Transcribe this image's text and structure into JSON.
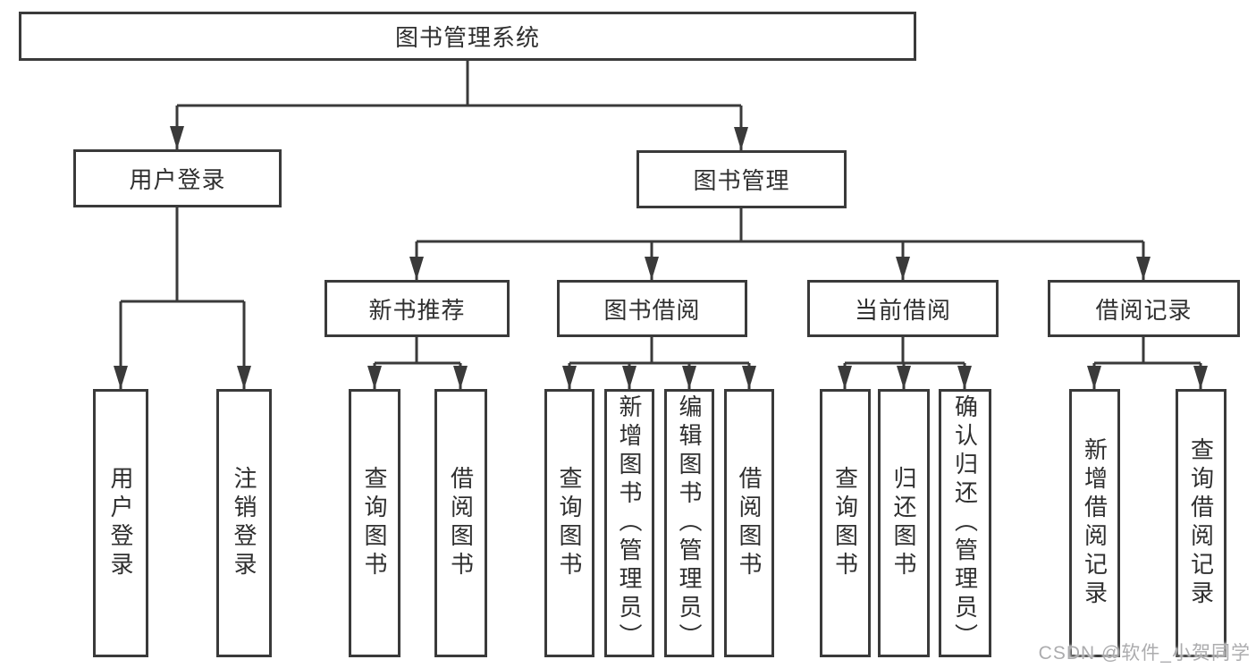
{
  "diagram": {
    "root": {
      "label": "图书管理系统"
    },
    "user_login": {
      "label": "用户登录",
      "children": [
        {
          "label": "用户登录"
        },
        {
          "label": "注销登录"
        }
      ]
    },
    "book_mgmt": {
      "label": "图书管理",
      "children": {
        "new_books": {
          "label": "新书推荐",
          "children": [
            {
              "label": "查询图书"
            },
            {
              "label": "借阅图书"
            }
          ]
        },
        "book_borrow": {
          "label": "图书借阅",
          "children": [
            {
              "label": "查询图书"
            },
            {
              "label": "新增图书（管理员）"
            },
            {
              "label": "编辑图书（管理员）"
            },
            {
              "label": "借阅图书"
            }
          ]
        },
        "current_borrow": {
          "label": "当前借阅",
          "children": [
            {
              "label": "查询图书"
            },
            {
              "label": "归还图书"
            },
            {
              "label": "确认归还（管理员）"
            }
          ]
        },
        "borrow_records": {
          "label": "借阅记录",
          "children": [
            {
              "label": "新增借阅记录"
            },
            {
              "label": "查询借阅记录"
            }
          ]
        }
      }
    }
  },
  "watermark": "CSDN @软件_小贺同学",
  "colors": {
    "line": "#3a3a3a",
    "text": "#2f2f2f",
    "watermark": "#a8a8aa",
    "background": "#ffffff"
  }
}
